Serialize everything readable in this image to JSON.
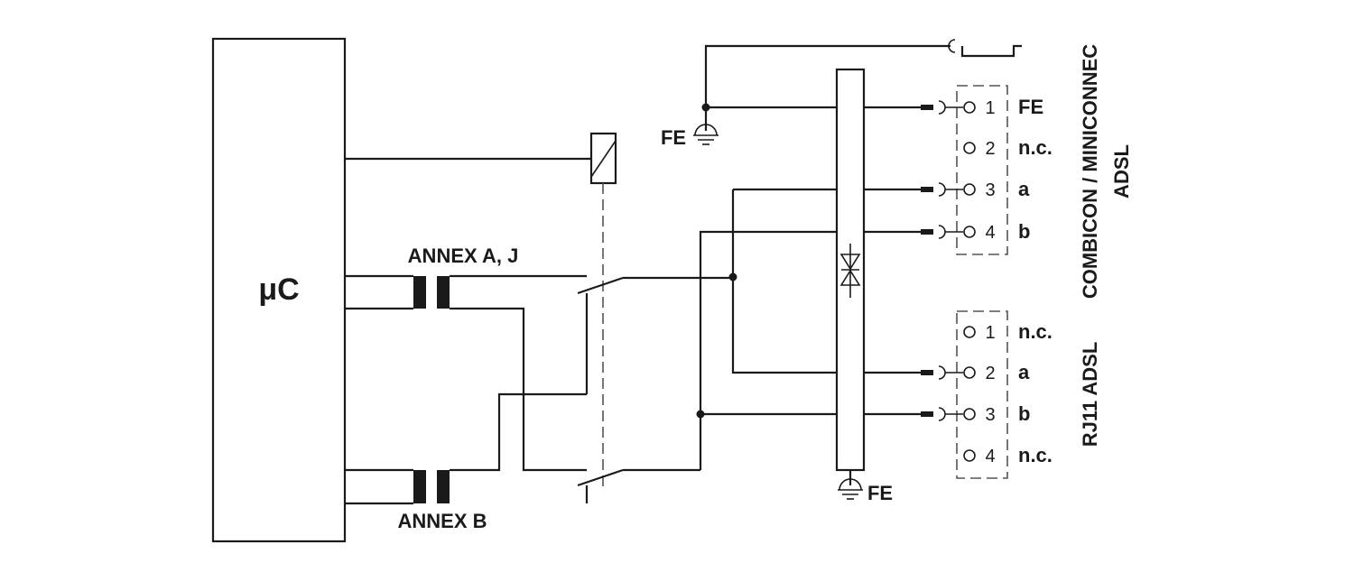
{
  "mcu": {
    "label": "μC"
  },
  "transformers": {
    "top_label": "ANNEX A, J",
    "bottom_label": "ANNEX B"
  },
  "earth": {
    "top_label": "FE",
    "bottom_label": "FE"
  },
  "connector_top": {
    "title_line1": "COMBICON / MINICONNEC",
    "title_line2": "ADSL",
    "pins": [
      {
        "num": "1",
        "label": "FE"
      },
      {
        "num": "2",
        "label": "n.c."
      },
      {
        "num": "3",
        "label": "a"
      },
      {
        "num": "4",
        "label": "b"
      }
    ]
  },
  "connector_bottom": {
    "title": "RJ11 ADSL",
    "pins": [
      {
        "num": "1",
        "label": "n.c."
      },
      {
        "num": "2",
        "label": "a"
      },
      {
        "num": "3",
        "label": "b"
      },
      {
        "num": "4",
        "label": "n.c."
      }
    ]
  }
}
